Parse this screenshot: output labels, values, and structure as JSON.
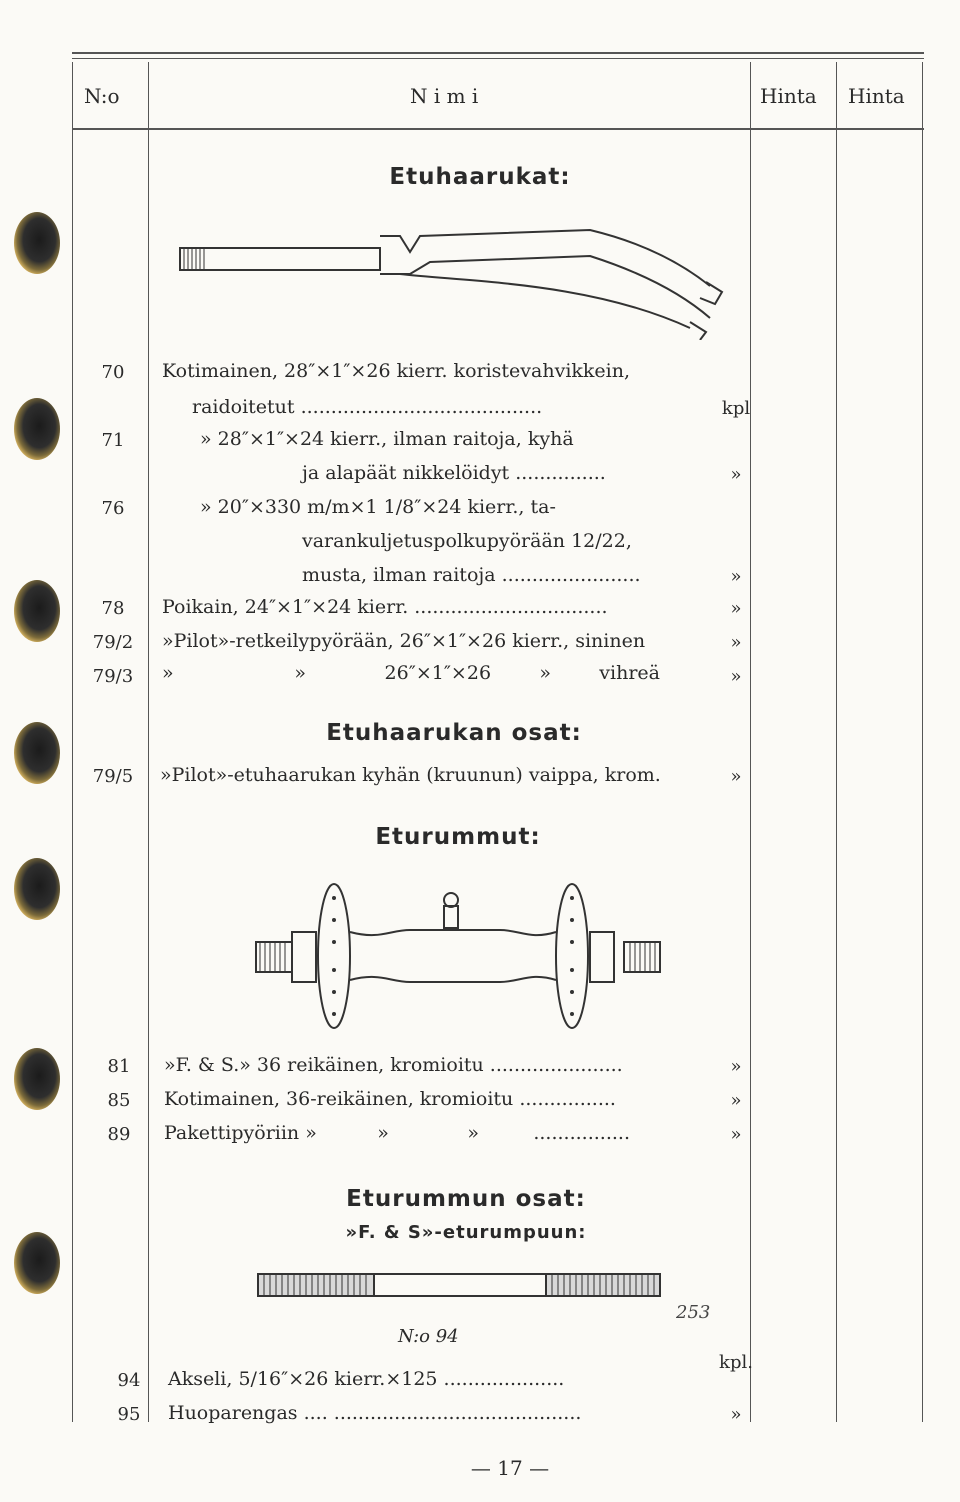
{
  "header": {
    "col_no": "N:o",
    "col_name": "N i m i",
    "col_price1": "Hinta",
    "col_price2": "Hinta"
  },
  "sections": {
    "fork": "Etuhaarukat:",
    "fork_parts": "Etuhaarukan osat:",
    "front_hubs": "Eturummut:",
    "hub_parts": "Eturummun osat:",
    "hub_parts_sub": "»F. & S»-eturumpuun:"
  },
  "fork_items": [
    {
      "no": "70",
      "lines": [
        "Kotimainen, 28″×1″×26 kierr. koristevahvikkein,",
        "raidoitetut ........................................"
      ],
      "unit": "kpl"
    },
    {
      "no": "71",
      "lines": [
        "»          28″×1″×24 kierr., ilman raitoja, kyhä",
        "ja alapäät nikkelöidyt ..............."
      ],
      "unit": "»"
    },
    {
      "no": "76",
      "lines": [
        "»          20″×330 m/m×1 1/8″×24 kierr., ta-",
        "varankuljetuspolkupyörään 12/22,",
        "musta, ilman raitoja ......................."
      ],
      "unit": "»"
    },
    {
      "no": "78",
      "lines": [
        "Poikain, 24″×1″×24 kierr. ................................"
      ],
      "unit": "»"
    },
    {
      "no": "79/2",
      "lines": [
        "»Pilot»-retkeilypyörään, 26″×1″×26 kierr., sininen"
      ],
      "unit": "»"
    },
    {
      "no": "79/3",
      "lines": [
        "»                    »             26″×1″×26        »        vihreä"
      ],
      "unit": "»"
    }
  ],
  "fork_part_items": [
    {
      "no": "79/5",
      "lines": [
        "»Pilot»-etuhaarukan kyhän (kruunun) vaippa, krom."
      ],
      "unit": "»"
    }
  ],
  "hub_items": [
    {
      "no": "81",
      "lines": [
        "»F. & S.» 36 reikäinen, kromioitu ......................"
      ],
      "unit": "»"
    },
    {
      "no": "85",
      "lines": [
        "Kotimainen, 36-reikäinen, kromioitu ................"
      ],
      "unit": "»"
    },
    {
      "no": "89",
      "lines": [
        "Pakettipyöriin »          »             »         ................"
      ],
      "unit": "»"
    }
  ],
  "axle_caption": "N:o 94",
  "axle_handwritten": "253",
  "hub_part_items": [
    {
      "no": "94",
      "lines": [
        "Akseli, 5/16″×26 kierr.×125 ...................."
      ],
      "unit": "kpl."
    },
    {
      "no": "95",
      "lines": [
        "Huoparengas ....  ........................................."
      ],
      "unit": "»"
    }
  ],
  "page_number": "— 17 —"
}
